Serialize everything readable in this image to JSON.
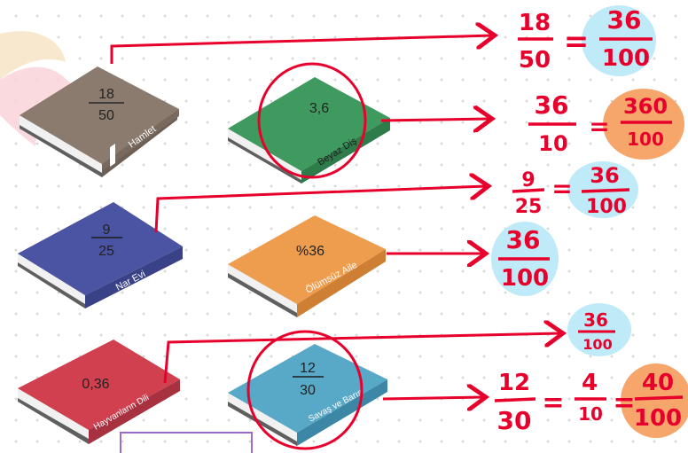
{
  "colors": {
    "ink": "#e8002d",
    "highlight_blue": "#bfeaf7",
    "highlight_orange": "#f6a56b",
    "book_hamlet": "#8b7b6e",
    "book_beyaz_dis": "#3f9a5f",
    "book_nar_evi": "#4a54a3",
    "book_olumsuz_aile": "#ee9d4f",
    "book_hayvanlarin_dili": "#d1404f",
    "book_savas_ve_baris": "#58a8c8"
  },
  "books": [
    {
      "title": "Hamlet",
      "value_num": "18",
      "value_den": "50",
      "value": ""
    },
    {
      "title": "Beyaz Diş",
      "value_num": "",
      "value_den": "",
      "value": "3,6"
    },
    {
      "title": "Nar Evi",
      "value_num": "9",
      "value_den": "25",
      "value": ""
    },
    {
      "title": "Ölümsüz Aile",
      "value_num": "",
      "value_den": "",
      "value": "%36"
    },
    {
      "title": "Hayvanların Dili",
      "value_num": "",
      "value_den": "",
      "value": "0,36"
    },
    {
      "title": "Savaş ve Barış",
      "value_num": "12",
      "value_den": "30",
      "value": ""
    }
  ],
  "notes": {
    "hamlet": {
      "lhs_num": "18",
      "lhs_den": "50",
      "rhs_num": "36",
      "rhs_den": "100"
    },
    "beyaz_dis": {
      "lhs_num": "36",
      "lhs_den": "10",
      "rhs_num": "360",
      "rhs_den": "100"
    },
    "nar_evi": {
      "lhs_num": "9",
      "lhs_den": "25",
      "rhs_num": "36",
      "rhs_den": "100"
    },
    "olumsuz_aile": {
      "num": "36",
      "den": "100"
    },
    "hayvanlarin_dili": {
      "num": "36",
      "den": "100"
    },
    "savas_ve_baris": {
      "a_num": "12",
      "a_den": "30",
      "b_num": "4",
      "b_den": "10",
      "c_num": "40",
      "c_den": "100"
    },
    "equals": "="
  }
}
